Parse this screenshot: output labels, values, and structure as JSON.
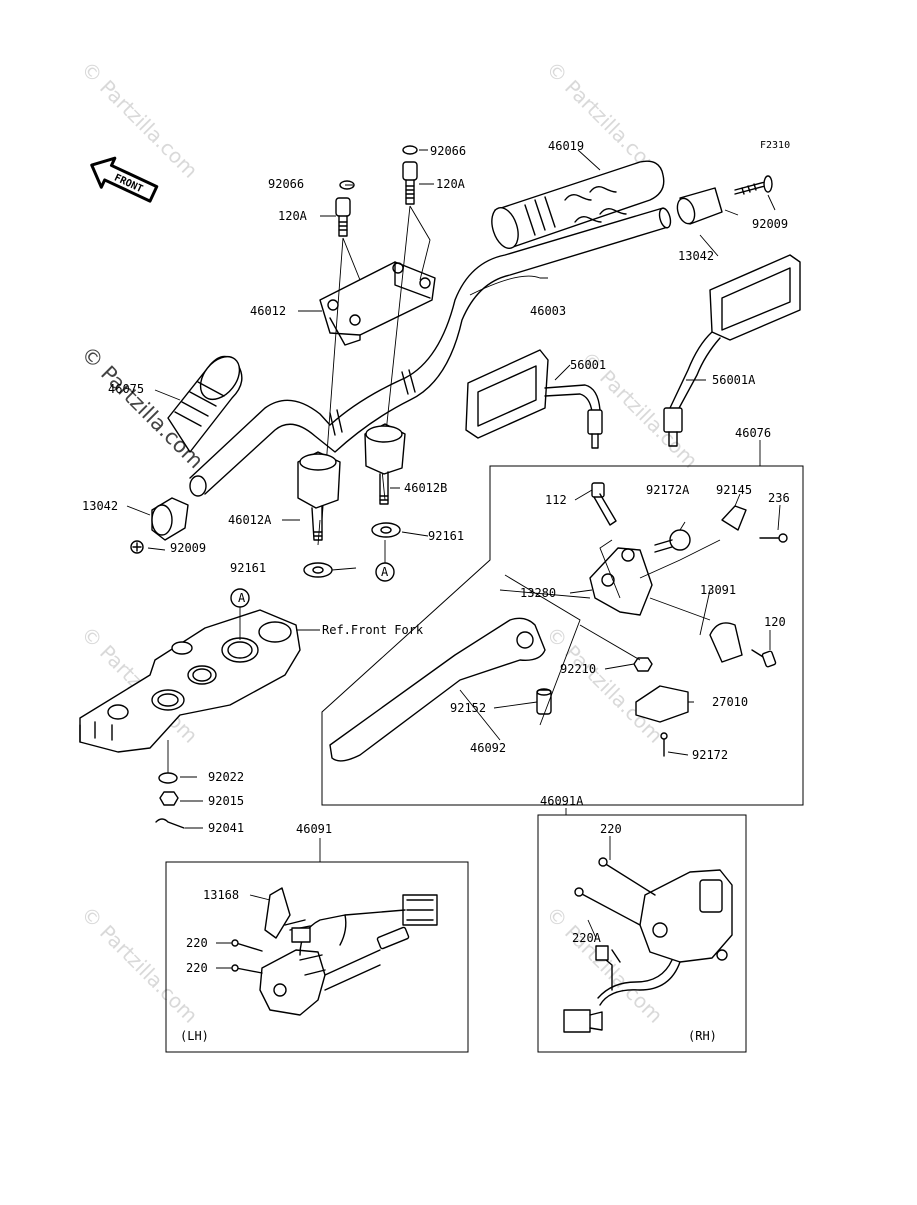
{
  "figure_code": "F2310",
  "front_arrow_label": "FRONT",
  "watermark": "© Partzilla.com",
  "ref_note": "Ref.Front Fork",
  "callout_circle": "A",
  "side_labels": {
    "lh": "(LH)",
    "rh": "(RH)"
  },
  "parts": {
    "p92066_top": "92066",
    "p92066_left": "92066",
    "p120A_top": "120A",
    "p120A_left": "120A",
    "p46019": "46019",
    "p92009_top": "92009",
    "p13042_top": "13042",
    "p46012": "46012",
    "p46003": "46003",
    "p56001": "56001",
    "p56001A": "56001A",
    "p46075": "46075",
    "p46076": "46076",
    "p13042_left": "13042",
    "p92009_left": "92009",
    "p46012A": "46012A",
    "p46012B": "46012B",
    "p92161_left": "92161",
    "p92161_right": "92161",
    "p112": "112",
    "p92172A": "92172A",
    "p92145": "92145",
    "p236": "236",
    "p13280": "13280",
    "p13091": "13091",
    "p120": "120",
    "p92210": "92210",
    "p92152": "92152",
    "p27010": "27010",
    "p46092": "46092",
    "p92172": "92172",
    "p92022": "92022",
    "p92015": "92015",
    "p92041": "92041",
    "p46091": "46091",
    "p46091A": "46091A",
    "p13168": "13168",
    "p220_lh_a": "220",
    "p220_lh_b": "220",
    "p220_rh": "220",
    "p220A": "220A"
  }
}
